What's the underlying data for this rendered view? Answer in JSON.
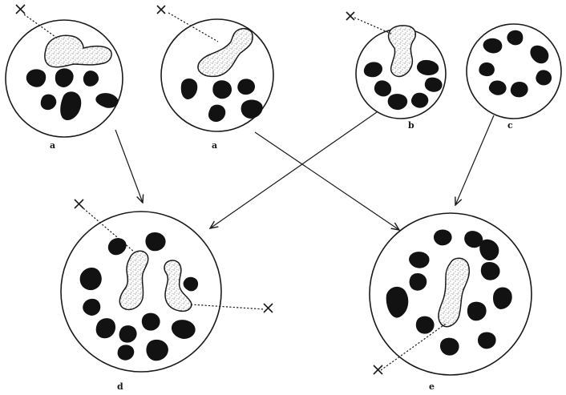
{
  "labels": {
    "a1": "a",
    "a2": "a",
    "b": "b",
    "c": "c",
    "d": "d",
    "e": "e"
  },
  "x_marker": "×",
  "colors": {
    "ink": "#121212",
    "paper": "#ffffff"
  }
}
